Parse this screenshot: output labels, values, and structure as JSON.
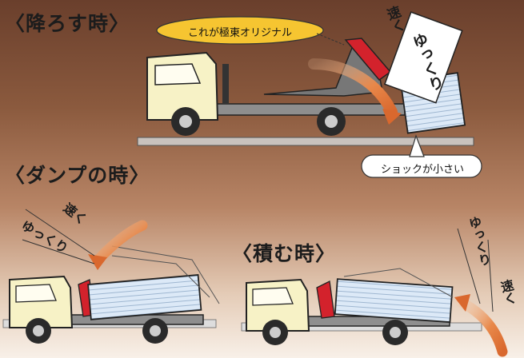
{
  "sections": {
    "lowering": {
      "title": "〈降ろす時〉"
    },
    "dump": {
      "title": "〈ダンプの時〉"
    },
    "loading": {
      "title": "〈積む時〉"
    }
  },
  "callouts": {
    "original": "これが極東オリジナル",
    "small_shock": "ショックが小さい"
  },
  "speed_labels": {
    "fast": "速く",
    "slow": "ゆっくり"
  },
  "colors": {
    "arm_red": "#d3222c",
    "cab_cream": "#f7f2c6",
    "container_blue": "#dce9f7",
    "arrow_orange": "#e8884a",
    "callout_yellow": "#f6c531"
  }
}
